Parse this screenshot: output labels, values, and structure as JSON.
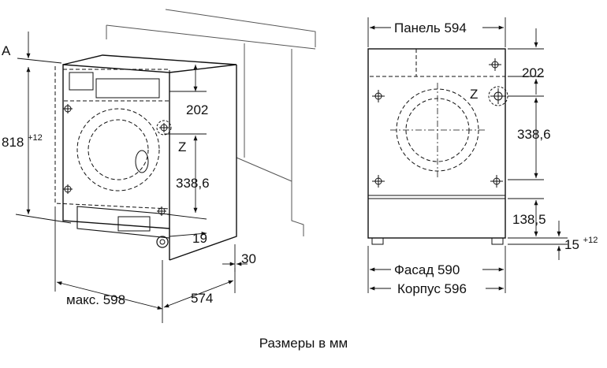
{
  "caption": "Размеры в мм",
  "left_view": {
    "label_a": "A",
    "height": "818",
    "height_tol": "+12",
    "panel_depth": "202",
    "z_label": "Z",
    "z_offset": "338,6",
    "front_offset": "19",
    "door_gap": "30",
    "width_max": "макс. 598",
    "depth": "574"
  },
  "right_view": {
    "panel_width": "Панель 594",
    "panel_depth": "202",
    "z_label": "Z",
    "z_offset": "338,6",
    "base_height": "138,5",
    "foot_height": "15",
    "foot_tol": "+12",
    "facade_width": "Фасад 590",
    "body_width": "Корпус 596"
  }
}
